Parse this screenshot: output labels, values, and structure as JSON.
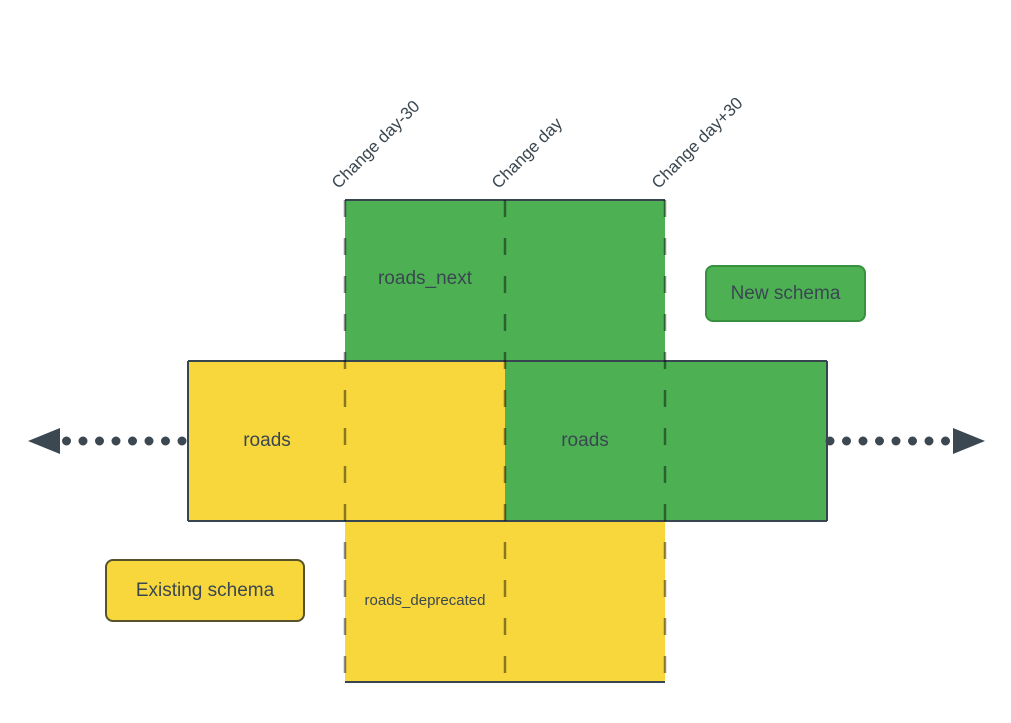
{
  "colors": {
    "green_fill": "#4db154",
    "green_border": "#37913f",
    "yellow_fill": "#f8d73c",
    "yellow_border": "#56522a",
    "outline_dark": "#36454e",
    "dash_color": "rgba(0,0,0,0.45)",
    "arrow_color": "#3b4751",
    "text_color": "#3a4750"
  },
  "timeline": {
    "labels": [
      {
        "text": "Change day-30"
      },
      {
        "text": "Change day"
      },
      {
        "text": "Change day+30"
      }
    ]
  },
  "boxes": {
    "roads_next": {
      "label": "roads_next",
      "color": "green"
    },
    "roads_existing": {
      "label": "roads",
      "color": "yellow"
    },
    "roads_new": {
      "label": "roads",
      "color": "green"
    },
    "roads_deprecated": {
      "label": "roads_deprecated",
      "color": "yellow"
    }
  },
  "legend": {
    "new_schema": {
      "label": "New schema",
      "color": "green"
    },
    "existing_schema": {
      "label": "Existing schema",
      "color": "yellow"
    }
  }
}
